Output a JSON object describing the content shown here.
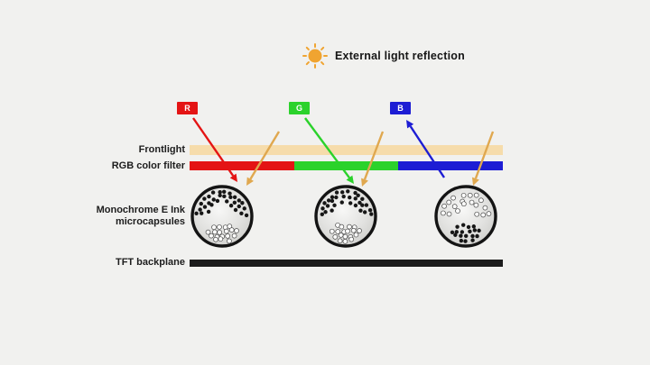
{
  "title": "External light reflection",
  "channels": [
    {
      "label": "R"
    },
    {
      "label": "G"
    },
    {
      "label": "B"
    }
  ],
  "labels": {
    "frontlight": "Frontlight",
    "rgb_filter": "RGB color filter",
    "capsules_line1": "Monochrome E Ink",
    "capsules_line2": "microcapsules",
    "backplane": "TFT backplane"
  },
  "colors": {
    "red": "#e41414",
    "green": "#2bd22b",
    "blue": "#1d1dd4",
    "incident": "#e0a84f",
    "sun": "#f0a431",
    "frontlight": "#f6dcab",
    "backplane": "#1c1c1c",
    "bg": "#f1f1ef"
  },
  "capsules": [
    {
      "black_particles": "top",
      "white_particles": "bottom"
    },
    {
      "black_particles": "top",
      "white_particles": "bottom"
    },
    {
      "black_particles": "bottom",
      "white_particles": "top"
    }
  ]
}
